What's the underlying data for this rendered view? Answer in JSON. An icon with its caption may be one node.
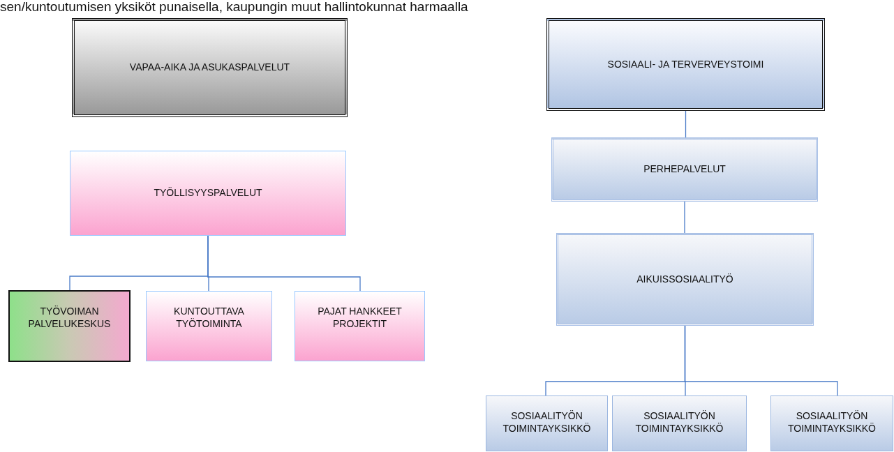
{
  "diagram": {
    "nodes": [
      {
        "text": [
          "VAPAA-AIKA JA ASUKASPALVELUT"
        ]
      },
      {
        "text": [
          "SOSIAALI- JA TERVERVEYSTOIMI"
        ]
      },
      {
        "text": [
          "PERHEPALVELUT"
        ]
      },
      {
        "text": [
          "AIKUISSOSIAALITYÖ"
        ]
      },
      {
        "text": [
          "SOSIAALITYÖN TOIMINTAYKSIKKÖ"
        ]
      },
      {
        "text": [
          "SOSIAALITYÖN TOIMINTAYKSIKKÖ"
        ]
      },
      {
        "text": [
          "SOSIAALITYÖN TOIMINTAYKSIKKÖ"
        ]
      },
      {
        "text": [
          "TYÖLLISYYSPALVELUT"
        ]
      },
      {
        "text": [
          "TYÖVOIMAN PALVELUKESKUS"
        ]
      },
      {
        "text": [
          "KUNTOUTTAVA TYÖTOIMINTA"
        ]
      },
      {
        "text": [
          "PAJAT HANKKEET PROJEKTIT"
        ]
      }
    ],
    "edges": [
      {
        "from": 1,
        "to": 2,
        "arrow": "none"
      },
      {
        "from": 2,
        "to": 3,
        "arrow": "none"
      },
      {
        "from": 3,
        "to": 4,
        "arrow": "none"
      },
      {
        "from": 3,
        "to": 5,
        "arrow": "none"
      },
      {
        "from": 3,
        "to": 6,
        "arrow": "none"
      },
      {
        "from": 7,
        "to": 8,
        "arrow": "none"
      },
      {
        "from": 7,
        "to": 9,
        "arrow": "none"
      },
      {
        "from": 7,
        "to": 10,
        "arrow": "none"
      }
    ],
    "labels": [
      "sen/kuntoutumisen yksiköt punaisella, kaupungin muut hallintokunnat harmaalla"
    ]
  }
}
